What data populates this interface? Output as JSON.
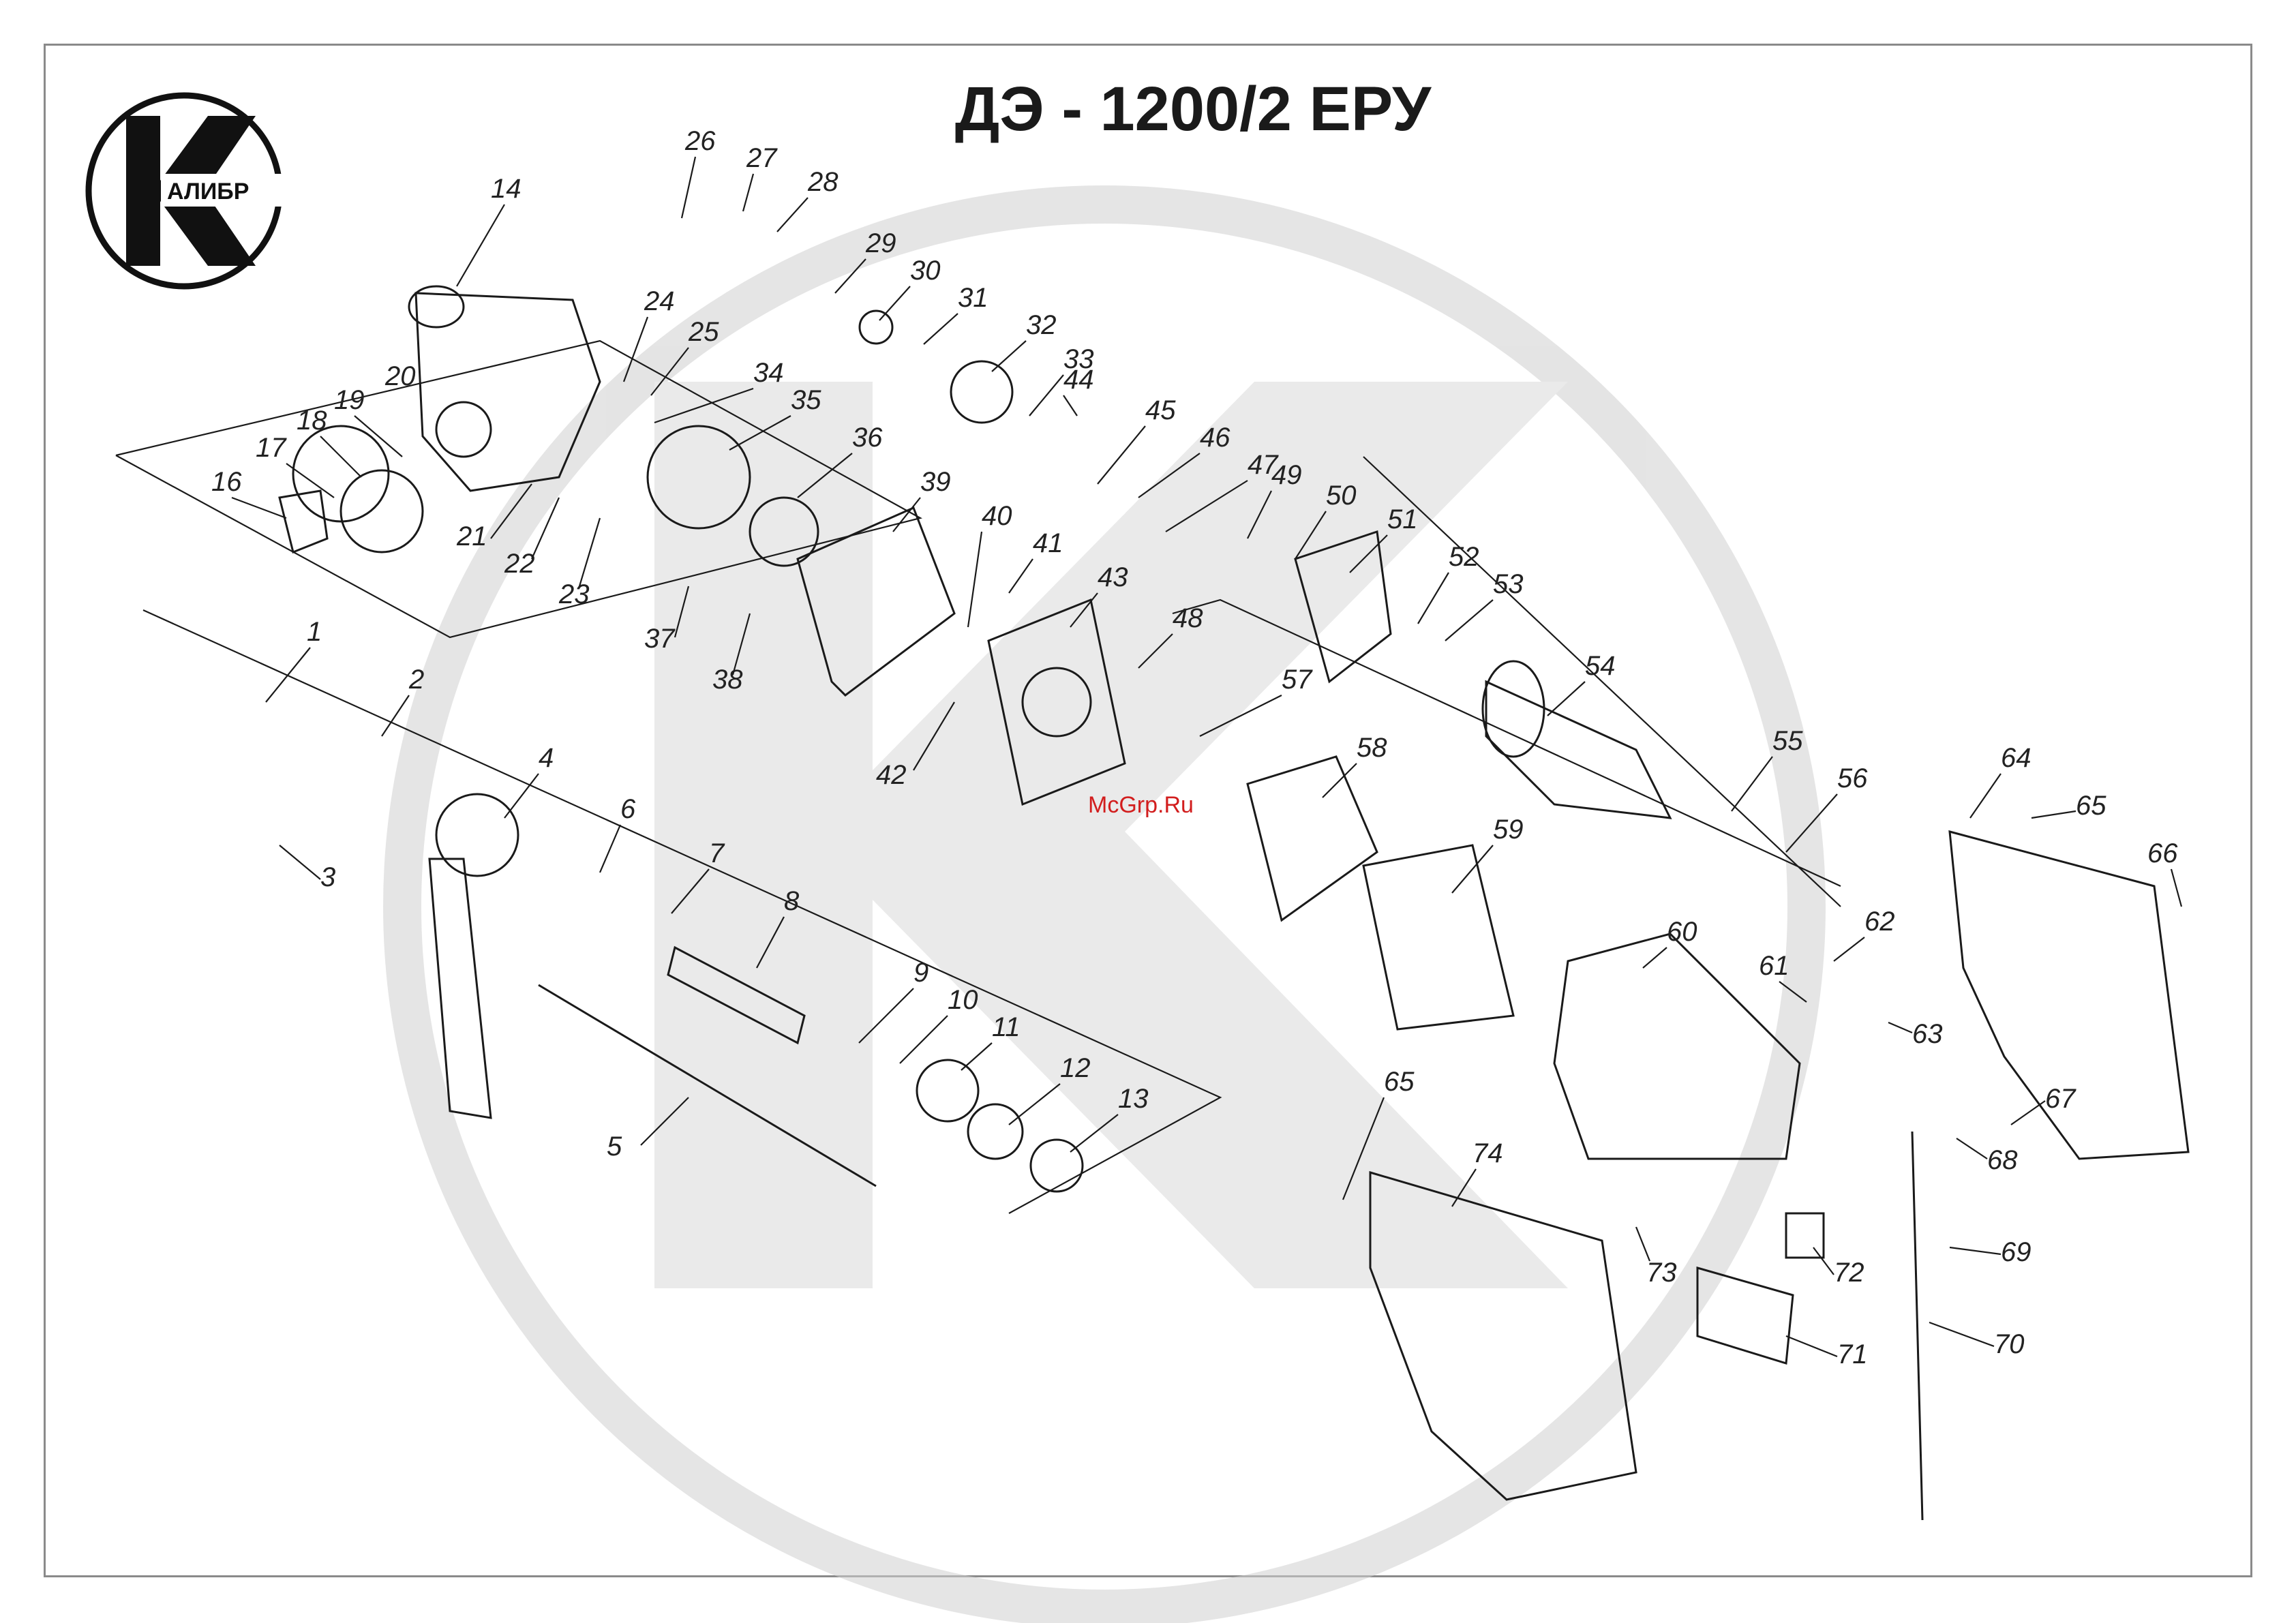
{
  "title": "ДЭ - 1200/2 ЕРУ",
  "logo": {
    "text": "АЛИБР",
    "letter": "К"
  },
  "watermark": {
    "site": "McGrp.Ru",
    "brand": "АЛИБР"
  },
  "colors": {
    "ink": "#1a1a1a",
    "watermark_gray": "#cfcfcf",
    "watermark_red": "#d21e1e"
  },
  "part_labels": [
    "1",
    "2",
    "3",
    "4",
    "5",
    "6",
    "7",
    "8",
    "9",
    "10",
    "11",
    "12",
    "13",
    "14",
    "16",
    "17",
    "18",
    "19",
    "20",
    "21",
    "22",
    "23",
    "24",
    "25",
    "26",
    "27",
    "28",
    "29",
    "30",
    "31",
    "32",
    "33",
    "34",
    "35",
    "36",
    "37",
    "38",
    "39",
    "40",
    "41",
    "42",
    "43",
    "44",
    "45",
    "46",
    "47",
    "48",
    "49",
    "50",
    "51",
    "52",
    "53",
    "54",
    "55",
    "56",
    "57",
    "58",
    "59",
    "60",
    "61",
    "62",
    "63",
    "64",
    "65",
    "65",
    "66",
    "67",
    "68",
    "69",
    "70",
    "71",
    "72",
    "73",
    "74"
  ]
}
